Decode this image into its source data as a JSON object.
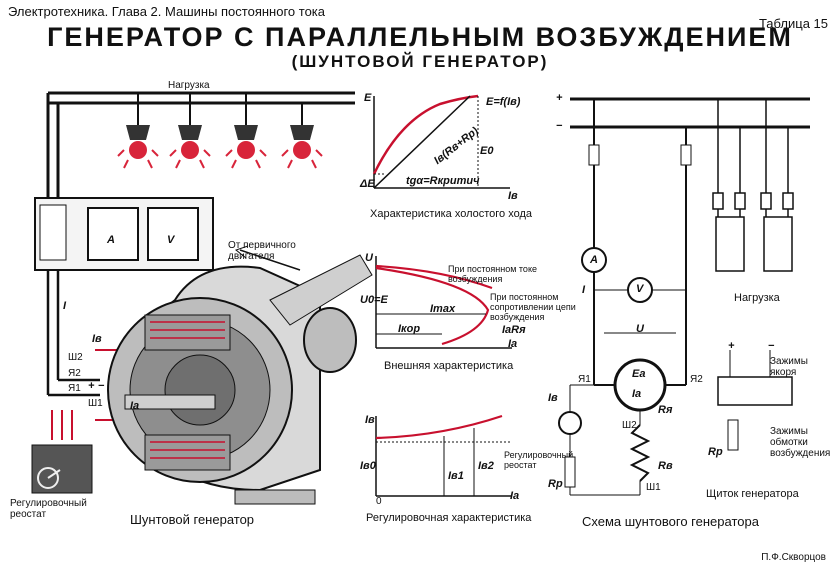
{
  "header": {
    "left": "Электротехника. Глава 2. Машины постоянного тока",
    "right": "Таблица 15",
    "title": "ГЕНЕРАТОР С ПАРАЛЛЕЛЬНЫМ ВОЗБУЖДЕНИЕМ",
    "subtitle": "(ШУНТОВОЙ ГЕНЕРАТОР)"
  },
  "left_panel": {
    "load_label": "Нагрузка",
    "prime_mover": "От первичного двигателя",
    "rheostat": "Регулировочный реостат",
    "caption": "Шунтовой генератор",
    "meter_a": "A",
    "meter_v": "V",
    "lbl_I": "I",
    "lbl_Ib": "Iв",
    "lbl_Ia": "Iа",
    "lbl_sh2": "Ш2",
    "lbl_ya2": "Я2",
    "lbl_ya1": "Я1",
    "lbl_sh1": "Ш1",
    "lbl_plus": "+",
    "lbl_minus": "−"
  },
  "charts": {
    "noload": {
      "caption": "Характеристика холостого хода",
      "E": "E",
      "Ib": "Iв",
      "formula": "E=f(Iв)",
      "line": "Iв(Rв+Rр)",
      "tg": "tgα=Rкритич",
      "dE": "ΔE",
      "E0": "E0"
    },
    "external": {
      "caption": "Внешняя характеристика",
      "U": "U",
      "U0E": "U0=E",
      "Imax": "Imax",
      "Ikor": "Iкор",
      "IaRa": "IaRя",
      "Ia": "Ia",
      "note1": "При постоянном токе возбуждения",
      "note2": "При постоянном сопротивлении цепи возбуждения"
    },
    "regulating": {
      "caption": "Регулировочная характеристика",
      "Ib": "Iв",
      "Ib0": "Iв0",
      "Ib1": "Iв1",
      "Ib2": "Iв2",
      "Ia": "Ia",
      "zero": "0",
      "rheo": "Регулировочный реостат"
    }
  },
  "right_panel": {
    "plus": "+",
    "minus": "−",
    "load": "Нагрузка",
    "caption": "Схема шунтового генератора",
    "meter_A": "A",
    "meter_V": "V",
    "U": "U",
    "Ea": "Ea",
    "Ia": "Ia",
    "Ra": "Rя",
    "Rb": "Rв",
    "Rp": "Rр",
    "Ib": "Iв",
    "I": "I",
    "Ya1": "Я1",
    "Ya2": "Я2",
    "Sh1": "Ш1",
    "Sh2": "Ш2",
    "panel_caption": "Щиток генератора",
    "terminals_armature": "Зажимы якоря",
    "terminals_field": "Зажимы обмотки возбуждения",
    "panel_plus": "+",
    "panel_minus": "−",
    "panel_Rp": "Rр"
  },
  "footer": {
    "author": "П.Ф.Скворцов"
  },
  "colors": {
    "accent": "#c8102e",
    "ink": "#111111",
    "lamp": "#d8243a"
  }
}
